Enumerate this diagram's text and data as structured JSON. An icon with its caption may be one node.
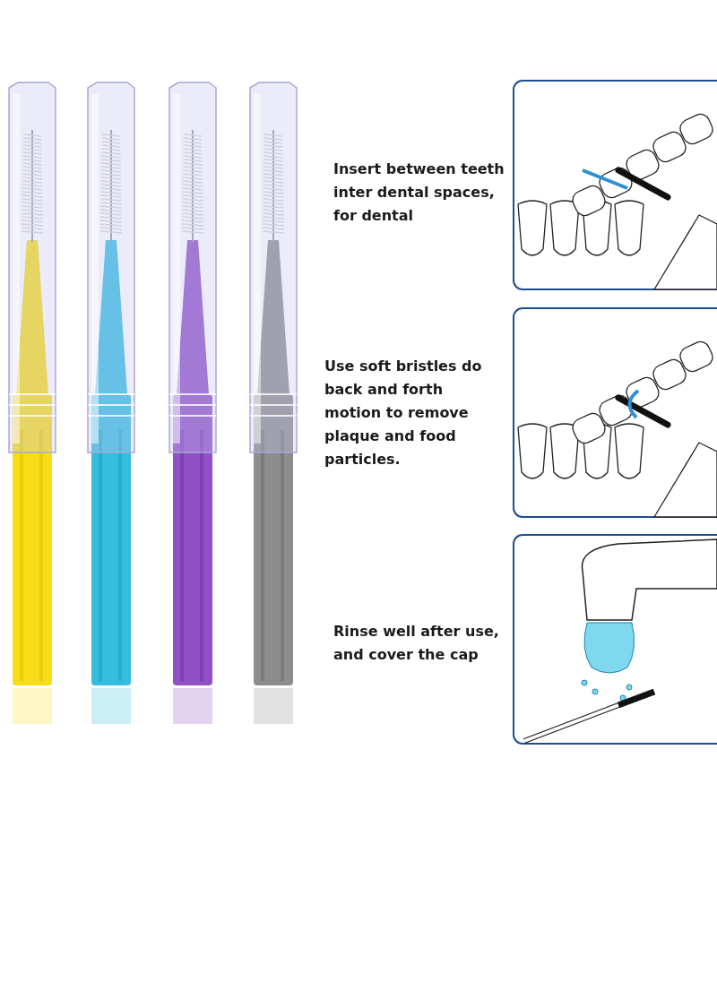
{
  "diagram": {
    "labels": [
      "Insert between teeth inter dental spaces, for dental",
      "Use soft bristles do back and forth motion to remove plaque and food particles.",
      "Rinse well after use, and cover the cap"
    ]
  }
}
